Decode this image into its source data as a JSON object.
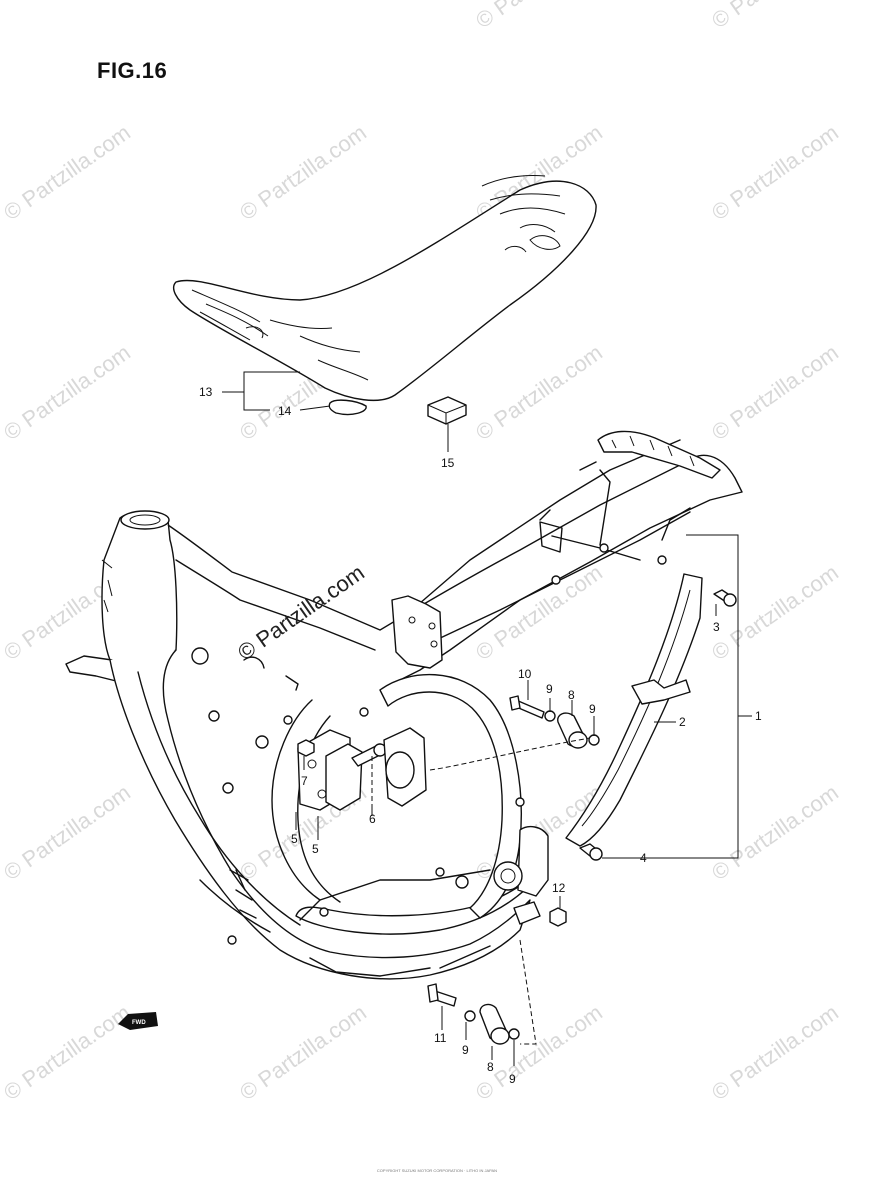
{
  "title": "FIG.16",
  "watermark": "© Partzilla.com",
  "fine_print": "COPYRIGHT SUZUKI MOTOR CORPORATION · LITHO IN JAPAN",
  "fwd_label": "FWD",
  "callouts": {
    "c1": "1",
    "c2": "2",
    "c3": "3",
    "c4": "4",
    "c5a": "5",
    "c5b": "5",
    "c6": "6",
    "c7": "7",
    "c8a": "8",
    "c8b": "8",
    "c9a": "9",
    "c9b": "9",
    "c9c": "9",
    "c9d": "9",
    "c10": "10",
    "c11": "11",
    "c12": "12",
    "c13": "13",
    "c14": "14",
    "c15": "15"
  }
}
